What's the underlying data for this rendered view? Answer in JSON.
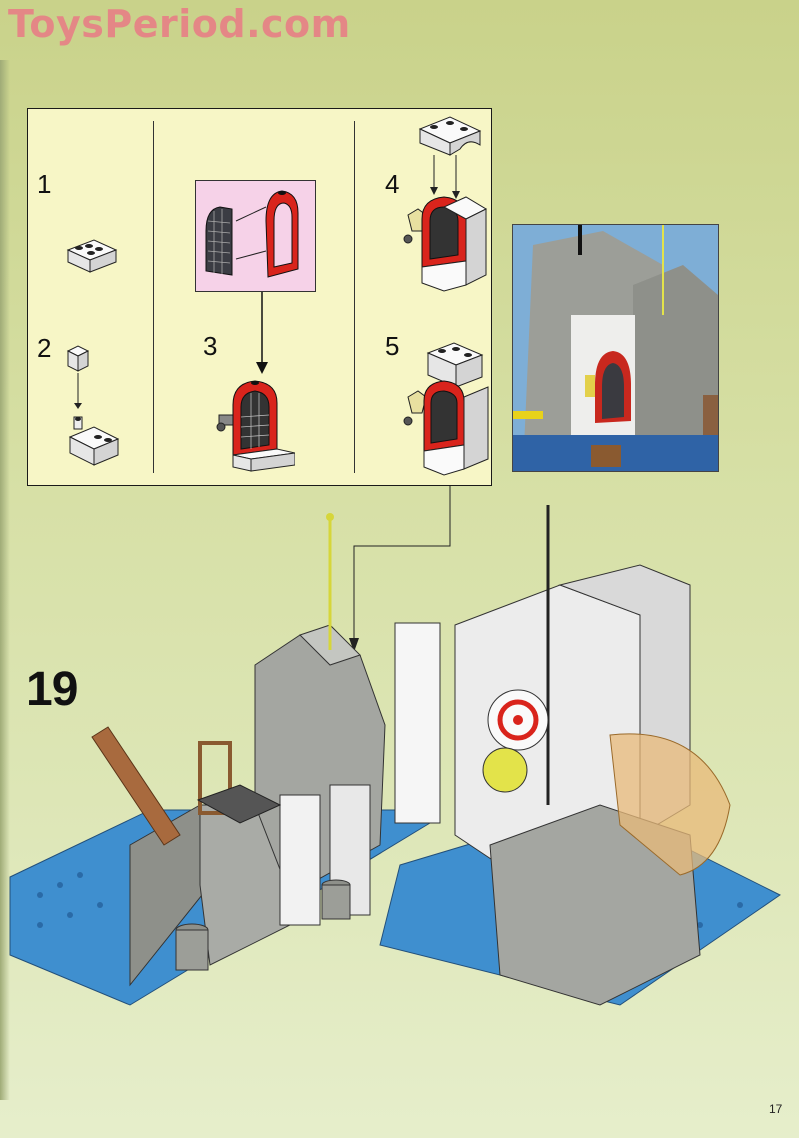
{
  "watermark": {
    "text": "ToysPeriod.com"
  },
  "substeps": [
    {
      "label": "1"
    },
    {
      "label": "2"
    },
    {
      "label": "3"
    },
    {
      "label": "4"
    },
    {
      "label": "5"
    }
  ],
  "main_step": {
    "label": "19"
  },
  "page": {
    "number": "17"
  },
  "colors": {
    "background": "#d6dfa4",
    "panel": "#f7f6c6",
    "highlight_box": "#f6d2e8",
    "watermark": "#e77f86",
    "brick_white": "#f4f4f4",
    "brick_gray": "#a9aba6",
    "brick_red": "#d9241c",
    "baseplate_blue": "#3f8fcf"
  }
}
